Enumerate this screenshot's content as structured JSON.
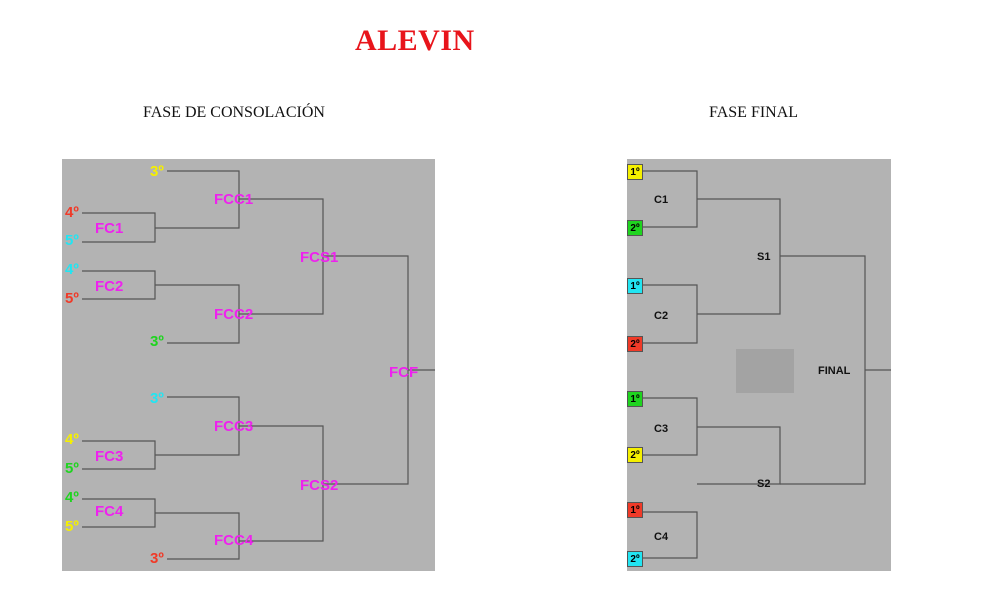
{
  "title": "ALEVIN",
  "consolation": {
    "heading": "FASE DE CONSOLACIÓN",
    "matches": {
      "fc1": "FC1",
      "fc2": "FC2",
      "fc3": "FC3",
      "fc4": "FC4",
      "fcc1": "FCC1",
      "fcc2": "FCC2",
      "fcc3": "FCC3",
      "fcc4": "FCC4",
      "fcs1": "FCS1",
      "fcs2": "FCS2",
      "fcf": "FCF"
    },
    "seeds": {
      "s1": "3º",
      "s2": "4º",
      "s3": "5º",
      "s4": "4º",
      "s5": "5º",
      "s6": "3º",
      "s7": "3º",
      "s8": "4º",
      "s9": "5º",
      "s10": "4º",
      "s11": "5º",
      "s12": "3º"
    }
  },
  "final_phase": {
    "heading": "FASE FINAL",
    "matches": {
      "c1": "C1",
      "c2": "C2",
      "c3": "C3",
      "c4": "C4",
      "s1": "S1",
      "s2": "S2",
      "final": "FINAL"
    },
    "seeds": {
      "b1": "1º",
      "b2": "2º",
      "b3": "1º",
      "b4": "2º",
      "b5": "1º",
      "b6": "2º",
      "b7": "1º",
      "b8": "2º"
    }
  },
  "colors": {
    "title": "#e8141b",
    "match_label": "#ee22ee",
    "yellow": "#f5f000",
    "red": "#f03a28",
    "cyan": "#22e5f2",
    "green": "#1fd41f",
    "panel": "#b3b3b3"
  }
}
